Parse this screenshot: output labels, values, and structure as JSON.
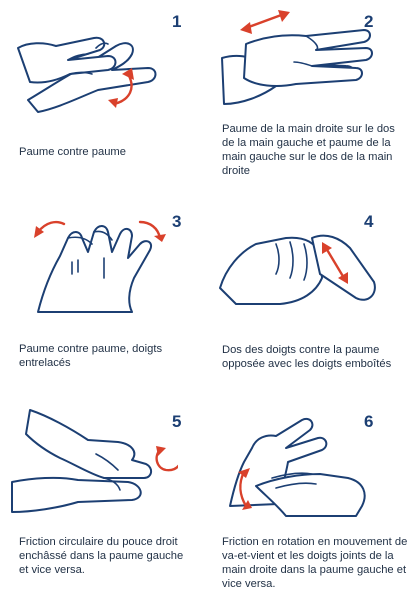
{
  "steps": [
    {
      "number": "1",
      "caption": "Paume contre paume"
    },
    {
      "number": "2",
      "caption": "Paume de la main droite sur le dos de la main gauche et paume de la main gauche sur le dos de la main droite"
    },
    {
      "number": "3",
      "caption": "Paume contre paume, doigts entrelacés"
    },
    {
      "number": "4",
      "caption": "Dos des doigts contre la paume opposée avec les doigts emboîtés"
    },
    {
      "number": "5",
      "caption": "Friction circulaire du pouce droit enchâssé dans la paume gauche et vice versa."
    },
    {
      "number": "6",
      "caption": "Friction en rotation en mouvement de va-et-vient et les doigts joints de la main droite dans la paume gauche et vice versa."
    }
  ],
  "colors": {
    "outline": "#1c3f73",
    "arrow": "#d9412b",
    "text": "#1f2f44"
  },
  "icons": [
    "palm-to-palm-hands-icon",
    "palm-over-back-hands-icon",
    "interlaced-fingers-hands-icon",
    "backs-of-fingers-hands-icon",
    "thumb-rotation-hands-icon",
    "fingertips-in-palm-hands-icon",
    "motion-arrow-icon"
  ]
}
